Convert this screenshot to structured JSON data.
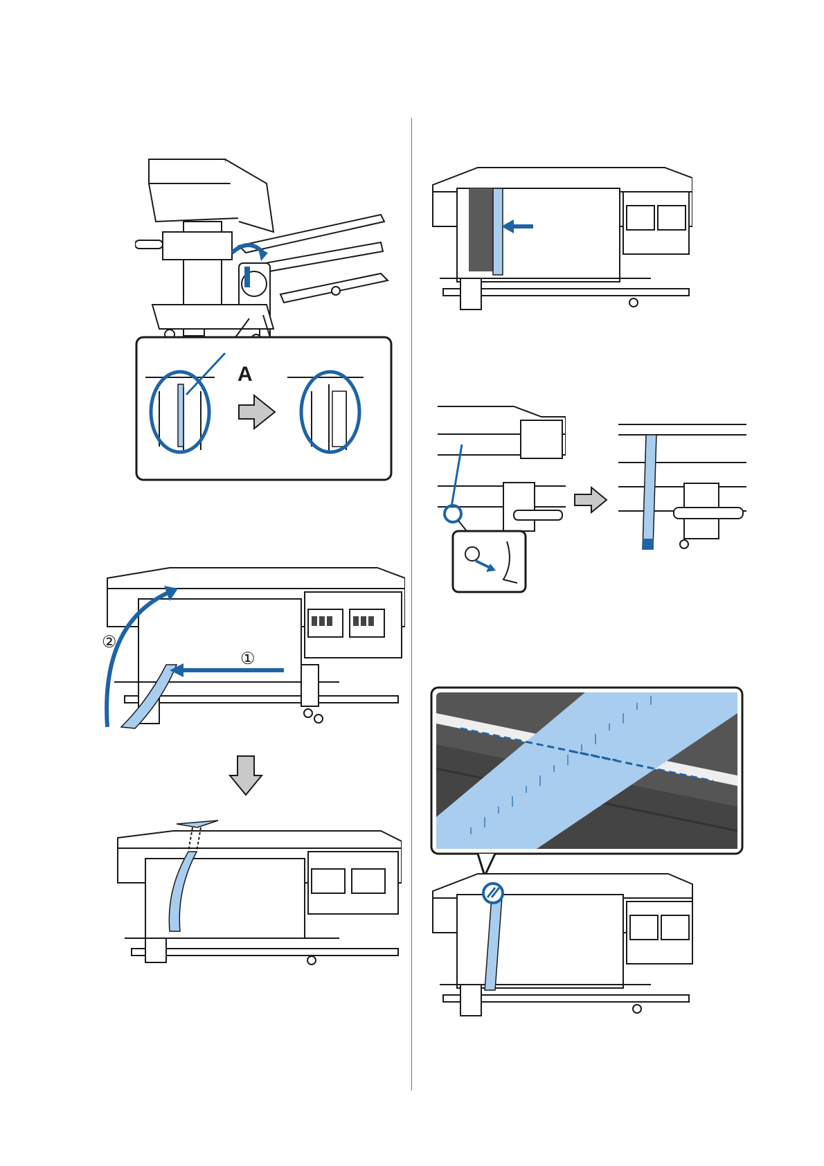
{
  "figures": {
    "fig1": {
      "callout_label": "A"
    },
    "fig2": {
      "step1_label": "①",
      "step2_label": "②"
    }
  },
  "colors": {
    "accent_blue": "#1d64a6",
    "tape_blue": "#a9cdee",
    "outline": "#1a1a1a",
    "arrow_gray": "#c9c9c9",
    "dark_panel": "#5a5a5a"
  },
  "icons": [
    "arrow-right-icon",
    "arrow-down-icon",
    "arrow-left-icon",
    "magnifier-callout-icon"
  ]
}
